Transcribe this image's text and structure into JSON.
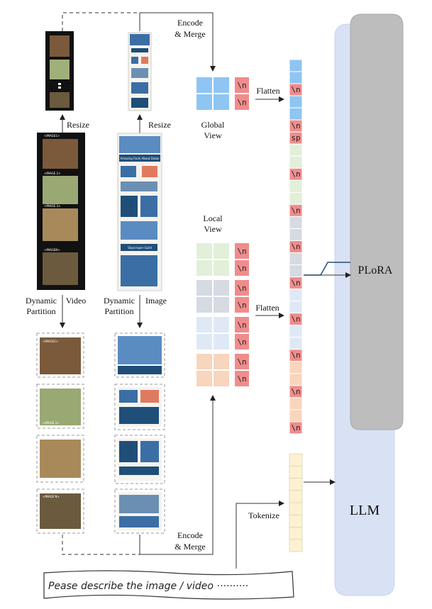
{
  "labels": {
    "encode_merge_top": [
      "Encode",
      "& Merge"
    ],
    "encode_merge_bottom": [
      "Encode",
      "& Merge"
    ],
    "resize_video": "Resize",
    "resize_image": "Resize",
    "global_view": [
      "Global",
      "View"
    ],
    "local_view": [
      "Local",
      "View"
    ],
    "flatten_top": "Flatten",
    "flatten_bottom": "Flatten",
    "dynamic_partition_video": [
      "Dynamic",
      "Partition"
    ],
    "video": "Video",
    "dynamic_partition_image": [
      "Dynamic",
      "Partition"
    ],
    "image": "Image",
    "tokenize": "Tokenize",
    "plora": "PLoRA",
    "llm": "LLM",
    "prompt": "Pease describe the image / video ··········"
  },
  "frame_tags": [
    "<IMAGE1>",
    "<IMAGE 2>",
    "<IMAGE 3>",
    "<IMAGEN>"
  ],
  "frame_tags_partition": [
    "<IMAGE1>",
    "<IMAGE 2>",
    "<IMAGE 3>",
    "<IMAGE N>"
  ],
  "infographic": {
    "title": "Amazing Facts About Dubai",
    "footer": "Skyscraper Guild"
  },
  "newline_token": "\\n",
  "separator_token": "sp",
  "token_sequence": [
    "blue",
    "blue",
    "nl",
    "blue",
    "blue",
    "nl",
    "sp",
    "green",
    "green",
    "nl",
    "green",
    "green",
    "nl",
    "gray",
    "gray",
    "nl",
    "gray",
    "gray",
    "nl",
    "lightblue",
    "lightblue",
    "nl",
    "lightblue",
    "lightblue",
    "nl",
    "peach",
    "peach",
    "nl",
    "peach",
    "peach",
    "nl"
  ],
  "text_token_count": 8,
  "colors": {
    "global_blue": "#8ec5f2",
    "newline_red": "#f08c8c",
    "green": "#e2efd9",
    "gray": "#d5dae3",
    "lightblue": "#dfe9f6",
    "peach": "#f8d5bd",
    "text_token": "#fdf1d2",
    "llm_panel": "#d9e2f5",
    "plora_panel": "#bdbdbd",
    "skyline_navy": "#1f4e79",
    "infographic_bg": "#f5f3ee"
  }
}
